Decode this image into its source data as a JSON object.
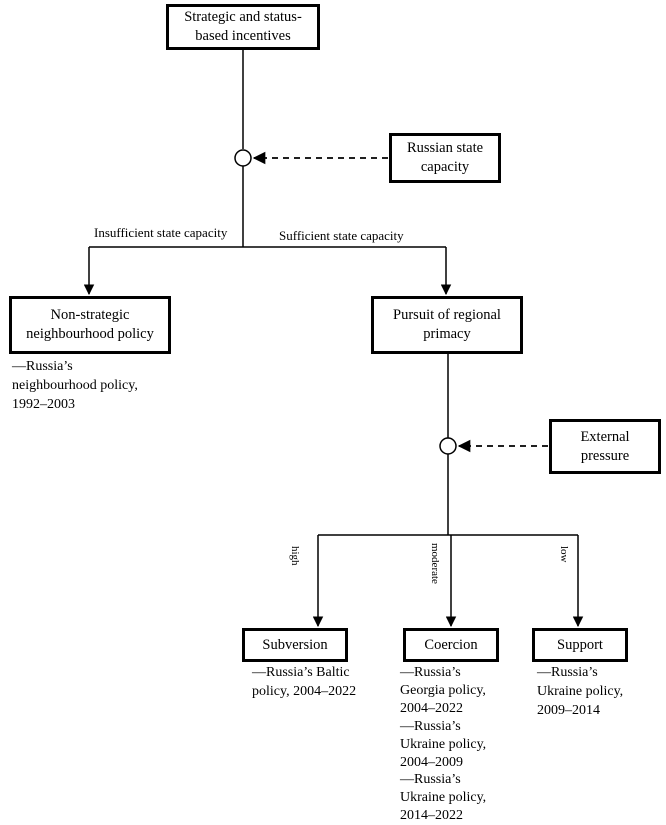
{
  "nodes": {
    "incentives": "Strategic and status-based incentives",
    "state_capacity": "Russian state capacity",
    "non_strategic": "Non-strategic neighbourhood policy",
    "regional_primacy": "Pursuit of regional primacy",
    "external_pressure": "External pressure",
    "subversion": "Subversion",
    "coercion": "Coercion",
    "support": "Support"
  },
  "edge_labels": {
    "insufficient": "Insufficient state capacity",
    "sufficient": "Sufficient state capacity",
    "high": "high",
    "moderate": "moderate",
    "low": "low"
  },
  "examples": {
    "non_strategic": [
      "—Russia’s",
      "neighbourhood policy,",
      "1992–2003"
    ],
    "subversion": [
      "—Russia’s Baltic",
      "policy, 2004–2022"
    ],
    "coercion": [
      "—Russia’s",
      "Georgia policy,",
      "2004–2022",
      "—Russia’s",
      "Ukraine policy,",
      "2004–2009",
      "—Russia’s",
      "Ukraine policy,",
      "2014–2022"
    ],
    "support": [
      "—Russia’s",
      "Ukraine policy,",
      "2009–2014"
    ]
  }
}
